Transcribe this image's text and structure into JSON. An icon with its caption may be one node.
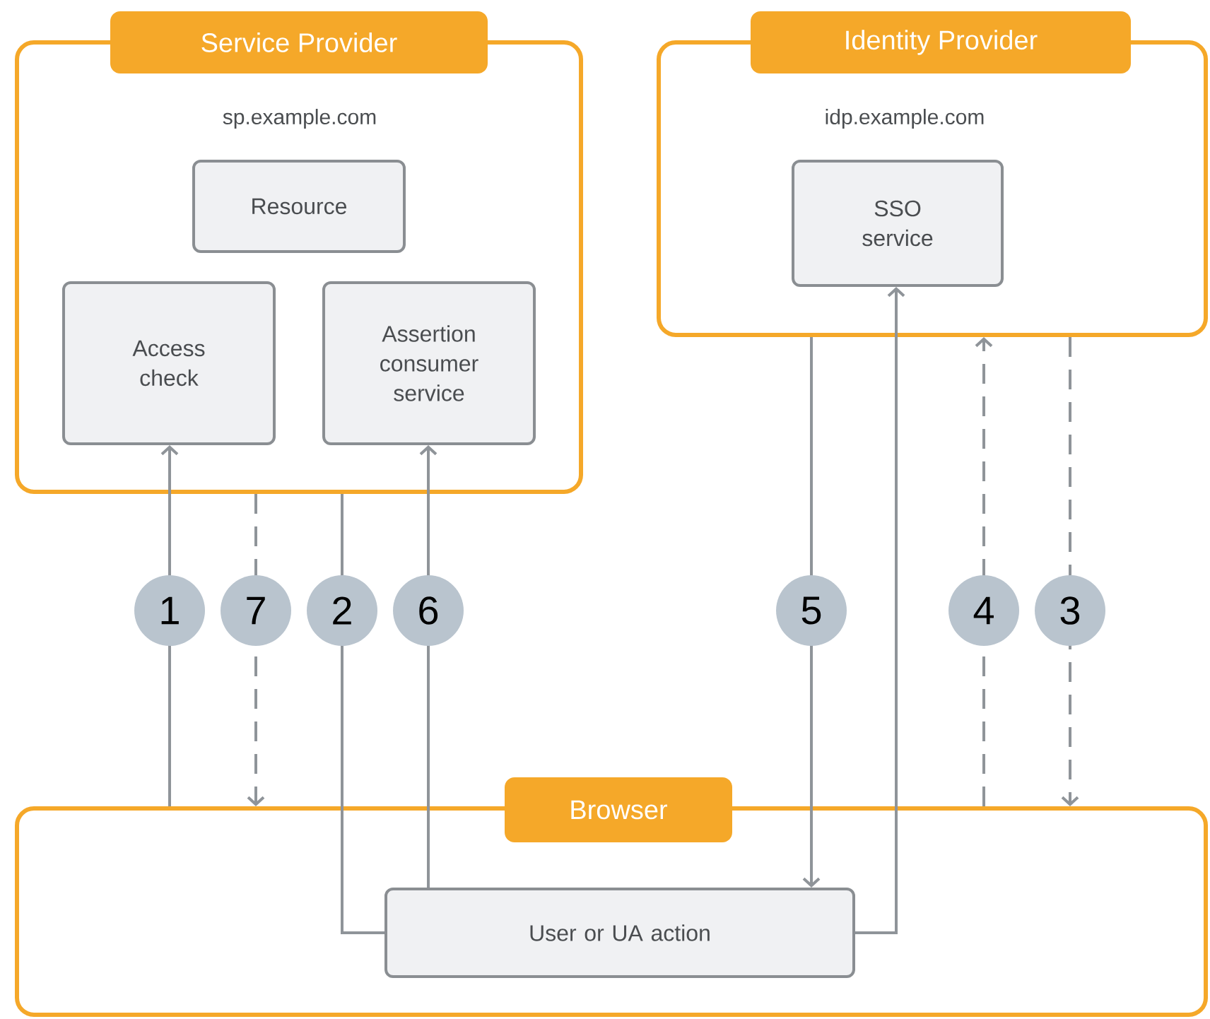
{
  "diagram": {
    "nodes": [
      {
        "text": [
          "Service Provider",
          "sp.example.com"
        ]
      },
      {
        "text": [
          "Resource"
        ],
        "in": 0
      },
      {
        "text": [
          "Access check"
        ],
        "in": 0
      },
      {
        "text": [
          "Assertion consumer service"
        ],
        "in": 0
      },
      {
        "text": [
          "Identity Provider",
          "idp.example.com"
        ]
      },
      {
        "text": [
          "SSO service"
        ],
        "in": 4
      },
      {
        "text": [
          "Browser"
        ]
      },
      {
        "text": [
          "User or UA action"
        ],
        "in": 6
      }
    ],
    "edges": [
      {
        "from": 6,
        "to": 2,
        "arrow": "to",
        "label": "1"
      },
      {
        "from": 0,
        "to": 6,
        "arrow": "to",
        "label": "7",
        "style": "dashed"
      },
      {
        "from": 0,
        "to": 7,
        "arrow": "none",
        "label": "2"
      },
      {
        "from": 7,
        "to": 3,
        "arrow": "to",
        "label": "6"
      },
      {
        "from": 4,
        "to": 7,
        "arrow": "to",
        "label": "5"
      },
      {
        "from": 6,
        "to": 4,
        "arrow": "to",
        "label": "4",
        "style": "dashed"
      },
      {
        "from": 4,
        "to": 6,
        "arrow": "to",
        "label": "3",
        "style": "dashed"
      },
      {
        "from": 7,
        "to": 5,
        "arrow": "to"
      }
    ]
  }
}
